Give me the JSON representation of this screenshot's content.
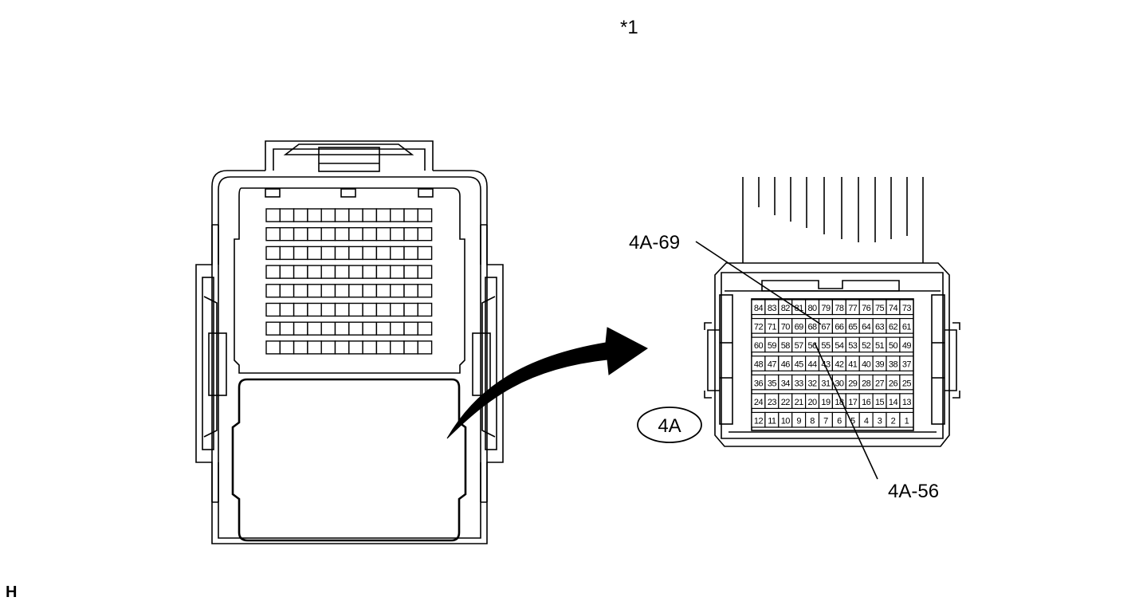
{
  "labels": {
    "note_ref": "*1",
    "connector_id": "4A",
    "callout_top": "4A-69",
    "callout_bottom": "4A-56",
    "corner_mark": "H"
  },
  "pin_rows": [
    [
      "84",
      "83",
      "82",
      "81",
      "80",
      "79",
      "78",
      "77",
      "76",
      "75",
      "74",
      "73"
    ],
    [
      "72",
      "71",
      "70",
      "69",
      "68",
      "67",
      "66",
      "65",
      "64",
      "63",
      "62",
      "61"
    ],
    [
      "60",
      "59",
      "58",
      "57",
      "56",
      "55",
      "54",
      "53",
      "52",
      "51",
      "50",
      "49"
    ],
    [
      "48",
      "47",
      "46",
      "45",
      "44",
      "43",
      "42",
      "41",
      "40",
      "39",
      "38",
      "37"
    ],
    [
      "36",
      "35",
      "34",
      "33",
      "32",
      "31",
      "30",
      "29",
      "28",
      "27",
      "26",
      "25"
    ],
    [
      "24",
      "23",
      "22",
      "21",
      "20",
      "19",
      "18",
      "17",
      "16",
      "15",
      "14",
      "13"
    ],
    [
      "12",
      "11",
      "10",
      "9",
      "8",
      "7",
      "6",
      "5",
      "4",
      "3",
      "2",
      "1"
    ]
  ],
  "left_connector": {
    "cavity_rows": 8,
    "cavity_cols": 12
  },
  "colors": {
    "line": "#000000",
    "background": "#ffffff"
  }
}
